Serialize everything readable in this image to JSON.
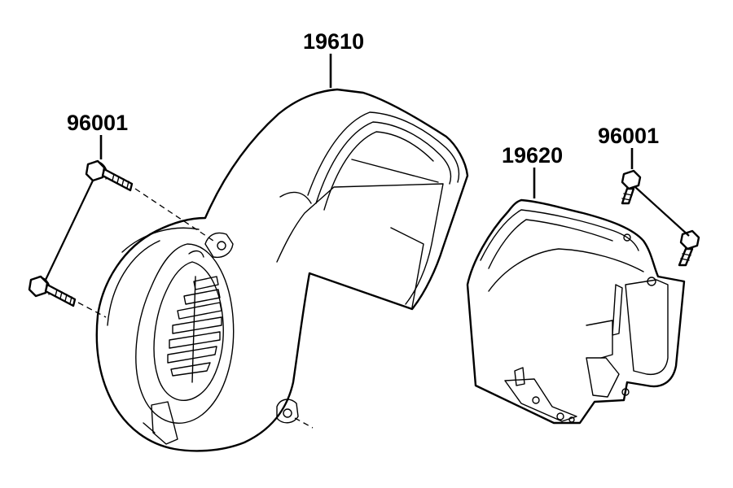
{
  "labels": {
    "fan_cover": "19610",
    "side_cover": "19620",
    "bolt_left": "96001",
    "bolt_right": "96001"
  }
}
